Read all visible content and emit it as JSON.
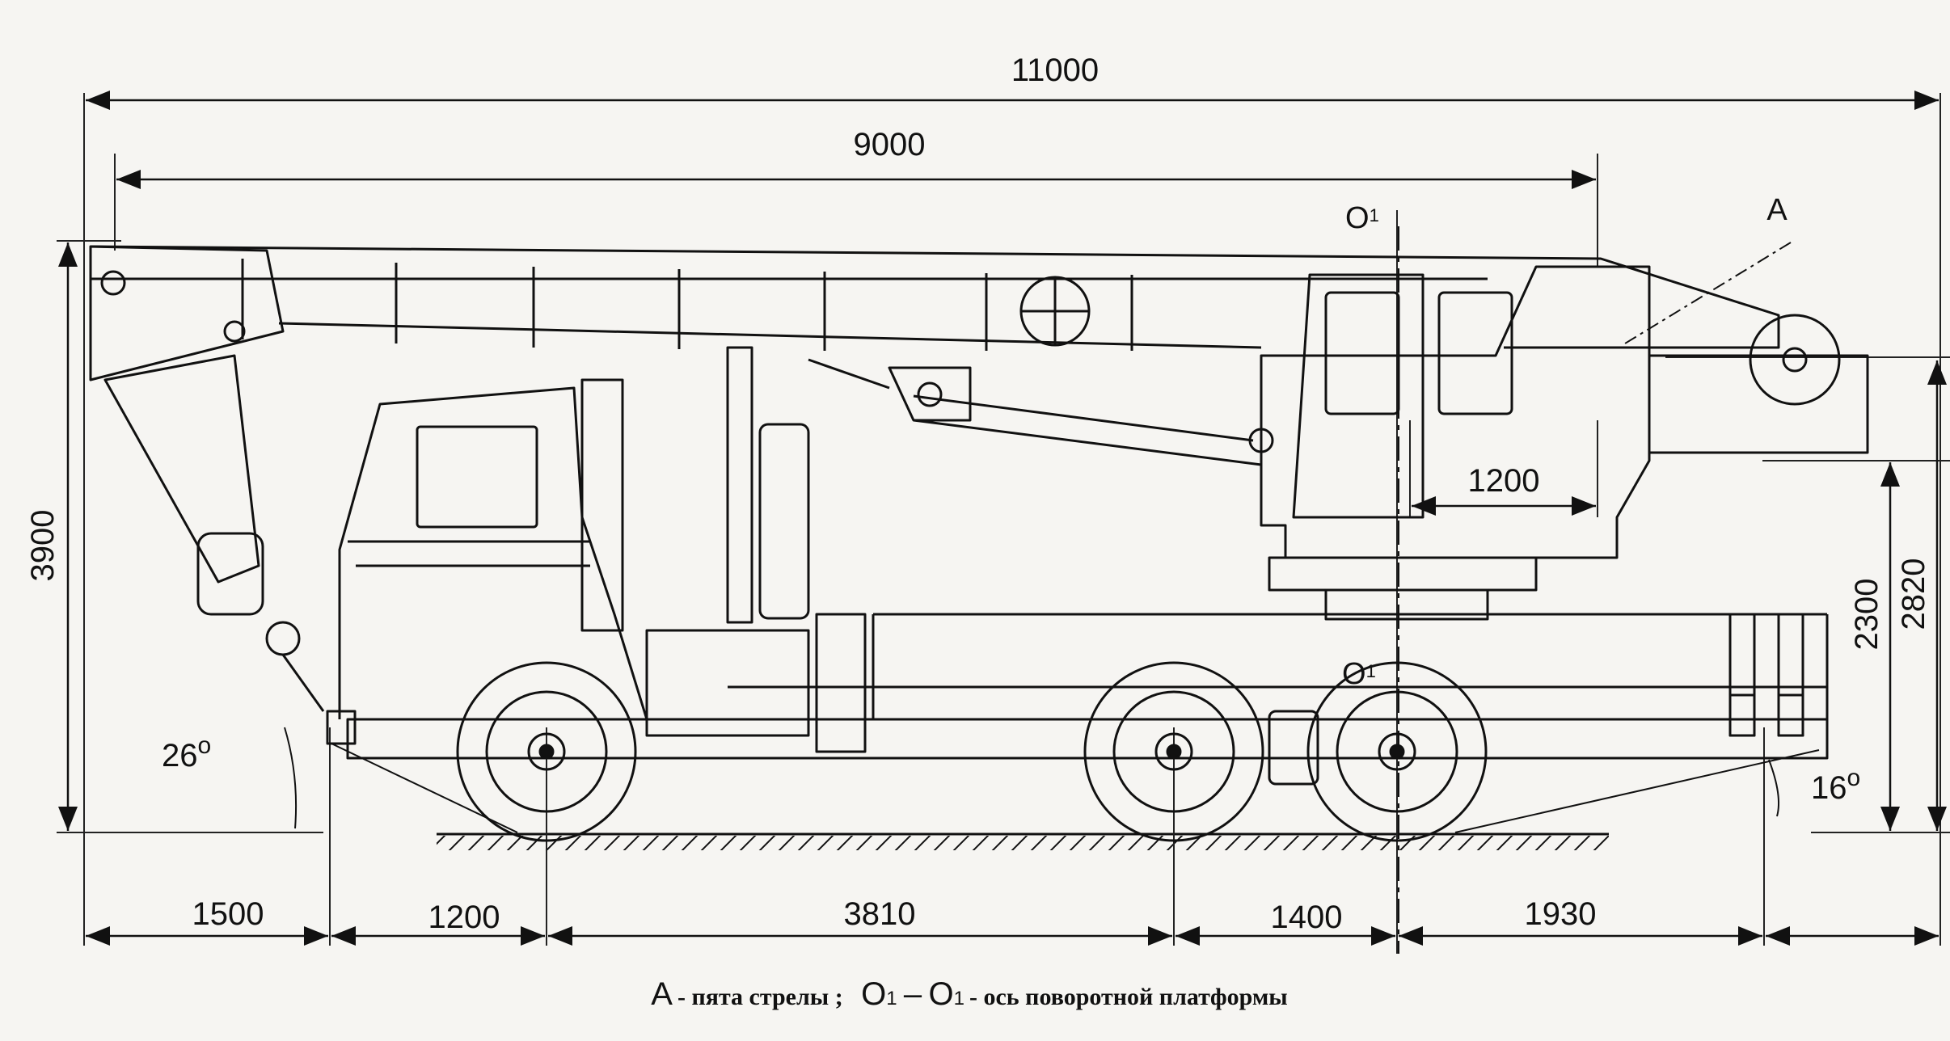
{
  "dimensions": {
    "total_length": "11000",
    "boom_length": "9000",
    "total_height": "3900",
    "height_2820": "2820",
    "height_2300": "2300",
    "tail_radius": "1200",
    "front_overhang": "1500",
    "front_axle_offset": "1200",
    "wheelbase": "3810",
    "rear_axle_spacing": "1400",
    "rear_overhang": "1930"
  },
  "angles": {
    "approach": "26",
    "departure": "16",
    "degree_symbol": "o"
  },
  "markers": {
    "boom_heel": "A",
    "axis_top": "O",
    "axis_bottom": "O",
    "axis_subscript": "1"
  },
  "legend": {
    "heel_symbol": "A",
    "heel_text": "- пята стрелы ;",
    "axis_symbol": "O",
    "axis_subscript": "1",
    "axis_dash": "–",
    "axis_text": "- ось поворотной платформы"
  }
}
